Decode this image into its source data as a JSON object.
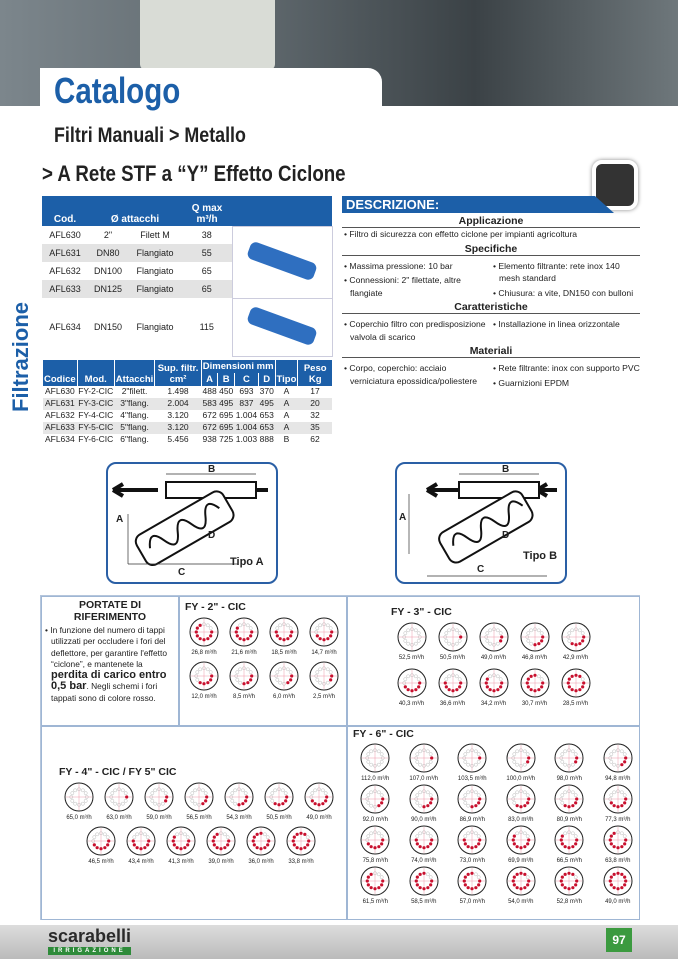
{
  "header": {
    "catalog": "Catalogo",
    "breadcrumb": "Filtri Manuali > Metallo",
    "title": "> A Rete STF a “Y” Effetto Ciclone",
    "side_tab": "Filtrazione"
  },
  "table1": {
    "headers": [
      "Cod.",
      "Ø attacchi",
      "Q max m³/h"
    ],
    "rows": [
      [
        "AFL630",
        "2\"",
        "Filett M",
        "38"
      ],
      [
        "AFL631",
        "DN80",
        "Flangiato",
        "55"
      ],
      [
        "AFL632",
        "DN100",
        "Flangiato",
        "65"
      ],
      [
        "AFL633",
        "DN125",
        "Flangiato",
        "65"
      ],
      [
        "AFL634",
        "DN150",
        "Flangiato",
        "115"
      ]
    ]
  },
  "table2": {
    "headers": [
      "Codice",
      "Mod.",
      "Attacchi",
      "Sup. filtr. cm²",
      "Dimensioni mm",
      "A",
      "B",
      "C",
      "D",
      "Tipo",
      "Peso Kg"
    ],
    "rows": [
      [
        "AFL630",
        "FY-2-CIC",
        "2\"filett.",
        "1.498",
        "488",
        "450",
        "693",
        "370",
        "A",
        "17"
      ],
      [
        "AFL631",
        "FY-3-CIC",
        "3\"flang.",
        "2.004",
        "583",
        "495",
        "837",
        "495",
        "A",
        "20"
      ],
      [
        "AFL632",
        "FY-4-CIC",
        "4\"flang.",
        "3.120",
        "672",
        "695",
        "1.004",
        "653",
        "A",
        "32"
      ],
      [
        "AFL633",
        "FY-5-CIC",
        "5\"flang.",
        "3.120",
        "672",
        "695",
        "1.004",
        "653",
        "A",
        "35"
      ],
      [
        "AFL634",
        "FY-6-CIC",
        "6\"flang.",
        "5.456",
        "938",
        "725",
        "1.003",
        "888",
        "B",
        "62"
      ]
    ]
  },
  "description": {
    "title": "DESCRIZIONE:",
    "applicazione": {
      "title": "Applicazione",
      "items": [
        "Filtro di sicurezza con effetto ciclone per impianti agricoltura"
      ]
    },
    "specifiche": {
      "title": "Specifiche",
      "left": [
        "Massima pressione: 10 bar",
        "Connessioni: 2\" filettate, altre flangiate"
      ],
      "right": [
        "Elemento filtrante: rete inox 140 mesh standard",
        "Chiusura: a vite, DN150 con bulloni"
      ]
    },
    "caratteristiche": {
      "title": "Caratteristiche",
      "left": [
        "Coperchio filtro con predisposizione valvola di scarico"
      ],
      "right": [
        "Installazione in linea orizzontale"
      ]
    },
    "materiali": {
      "title": "Materiali",
      "left": [
        "Corpo, coperchio: acciaio verniciatura epossidica/poliestere"
      ],
      "right": [
        "Rete filtrante: inox con supporto PVC",
        "Guarnizioni EPDM"
      ]
    }
  },
  "diagrams": {
    "a": {
      "label": "Tipo A",
      "dims": [
        "A",
        "B",
        "C",
        "D"
      ]
    },
    "b": {
      "label": "Tipo B",
      "dims": [
        "A",
        "B",
        "C",
        "D"
      ]
    }
  },
  "portate": {
    "title": "PORTATE DI RIFERIMENTO",
    "text_pre": "In funzione  del numero di tappi utilizzati per occludere i fori del deflettore, per garantire l'effetto “ciclone”, e mantenete la ",
    "text_bold": "perdita di carico entro 0,5 bar",
    "text_post": ". Negli schemi i fori tappati sono di colore rosso.",
    "groups": [
      {
        "title": "FY - 2\" - CIC",
        "values": [
          "26,8 m³/h",
          "21,6 m³/h",
          "18,5 m³/h",
          "14,7 m³/h",
          "12,0 m³/h",
          "8,5 m³/h",
          "6,0 m³/h",
          "2,5 m³/h"
        ]
      },
      {
        "title": "FY - 3\" - CIC",
        "values": [
          "52,5 m³/h",
          "50,5 m³/h",
          "49,0 m³/h",
          "46,8 m³/h",
          "42,9 m³/h",
          "40,3 m³/h",
          "36,6 m³/h",
          "34,2 m³/h",
          "30,7 m³/h",
          "28,5 m³/h"
        ]
      },
      {
        "title": "FY - 4\" - CIC / FY 5\" CIC",
        "values": [
          "65,0 m³/h",
          "63,0 m³/h",
          "59,0 m³/h",
          "56,5 m³/h",
          "54,3 m³/h",
          "50,5 m³/h",
          "49,0 m³/h",
          "46,5 m³/h",
          "43,4 m³/h",
          "41,3 m³/h",
          "39,0 m³/h",
          "36,0 m³/h",
          "33,8 m³/h"
        ]
      },
      {
        "title": "FY - 6\" - CIC",
        "values": [
          "112,0 m³/h",
          "107,0 m³/h",
          "103,5 m³/h",
          "100,0 m³/h",
          "98,0 m³/h",
          "94,8 m³/h",
          "92,0 m³/h",
          "90,0 m³/h",
          "86,9 m³/h",
          "83,0 m³/h",
          "80,9 m³/h",
          "77,3 m³/h",
          "75,8 m³/h",
          "74,0 m³/h",
          "73,0 m³/h",
          "69,9 m³/h",
          "66,5 m³/h",
          "63,8 m³/h",
          "61,5 m³/h",
          "58,5 m³/h",
          "57,0 m³/h",
          "54,0 m³/h",
          "52,8 m³/h",
          "49,0 m³/h"
        ]
      }
    ]
  },
  "footer": {
    "brand": "scarabelli",
    "brand_sub": "IRRIGAZIONE",
    "page": "97"
  },
  "colors": {
    "blue": "#1c5fa8",
    "red": "#c8102e",
    "green": "#3b9a3f"
  }
}
